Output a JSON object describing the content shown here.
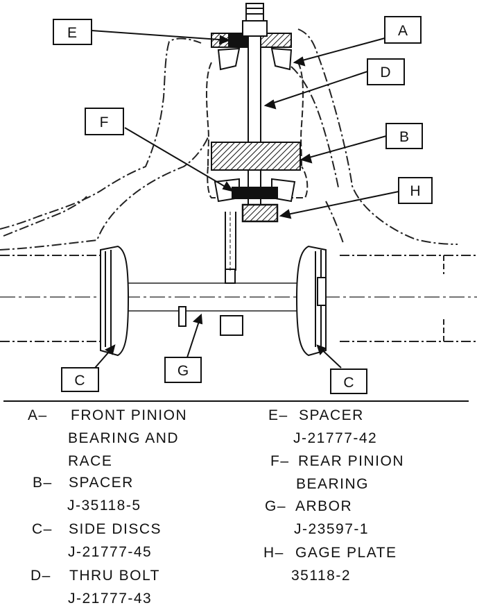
{
  "callouts": {
    "A": "A",
    "B": "B",
    "C_left": "C",
    "C_right": "C",
    "D": "D",
    "E": "E",
    "F": "F",
    "G": "G",
    "H": "H"
  },
  "legend": {
    "A": {
      "key": "A–",
      "lines": [
        "FRONT PINION",
        "BEARING AND",
        "RACE"
      ]
    },
    "B": {
      "key": "B–",
      "lines": [
        "SPACER"
      ],
      "number": "J-35118-5"
    },
    "C": {
      "key": "C–",
      "lines": [
        "SIDE DISCS"
      ],
      "number": "J-21777-45"
    },
    "D": {
      "key": "D–",
      "lines": [
        "THRU BOLT"
      ],
      "number": "J-21777-43"
    },
    "E": {
      "key": "E–",
      "lines": [
        "SPACER"
      ],
      "number": "J-21777-42"
    },
    "F": {
      "key": "F–",
      "lines": [
        "REAR PINION",
        "BEARING"
      ]
    },
    "G": {
      "key": "G–",
      "lines": [
        "ARBOR"
      ],
      "number": "J-23597-1"
    },
    "H": {
      "key": "H–",
      "lines": [
        "GAGE PLATE"
      ],
      "number": "35118-2"
    }
  }
}
